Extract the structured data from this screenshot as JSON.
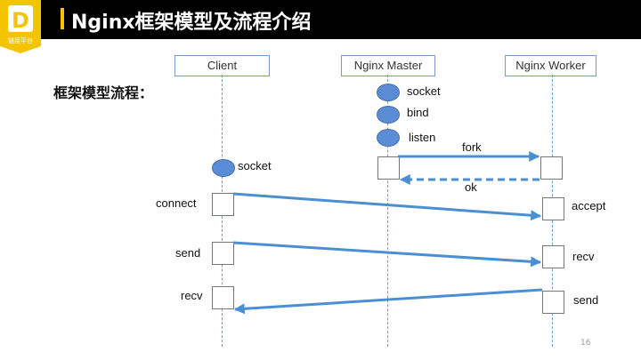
{
  "header": {
    "logo_text": "链接平台",
    "title": "Nginx框架模型及流程介绍"
  },
  "section_label": "框架模型流程：",
  "lifelines": {
    "client": "Client",
    "master": "Nginx Master",
    "worker": "Nginx Worker"
  },
  "master_steps": [
    "socket",
    "bind",
    "listen"
  ],
  "client_steps": {
    "socket": "socket",
    "connect": "connect",
    "send": "send",
    "recv": "recv"
  },
  "worker_steps": {
    "accept": "accept",
    "recv": "recv",
    "send": "send"
  },
  "messages": {
    "fork": "fork",
    "ok": "ok"
  },
  "colors": {
    "arrow": "#4a8fd4",
    "lifeline_border": "#7b9ac9",
    "ellipse": "#5b8dd6",
    "accent": "#f5c400"
  },
  "page_number": "16"
}
